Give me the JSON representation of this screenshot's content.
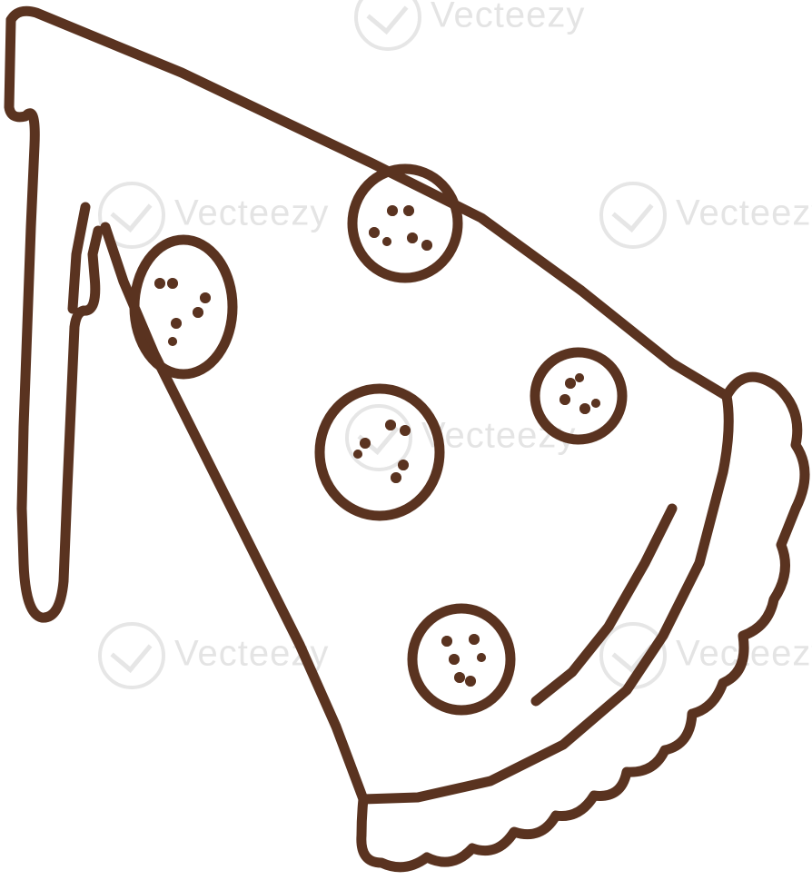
{
  "image": {
    "subject": "pizza slice with pepperoni",
    "style": "charcoal line drawing",
    "colors": {
      "stroke": "#5a3320",
      "background": "#ffffff",
      "watermark": "#e4e4e4"
    }
  },
  "watermark": {
    "text": "Vecteezy"
  }
}
